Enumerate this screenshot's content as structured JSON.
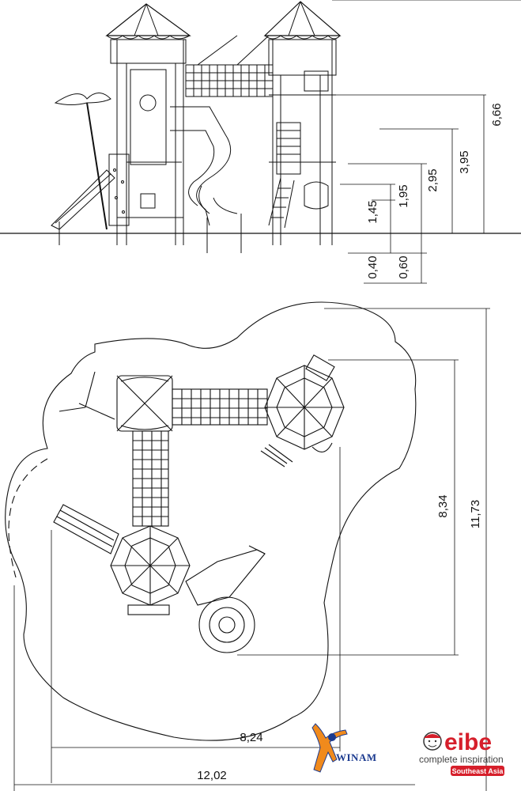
{
  "elevation": {
    "dims": {
      "h666": "6,66",
      "h395": "3,95",
      "h295": "2,95",
      "h195": "1,95",
      "h145": "1,45",
      "h040": "0,40",
      "h060": "0,60"
    }
  },
  "plan": {
    "dims": {
      "d834": "8,34",
      "d1173": "11,73",
      "d824": "8,24",
      "d1202": "12,02"
    }
  },
  "logos": {
    "winam": "WINAM",
    "eibe": "eibe",
    "eibe_tagline": "complete inspiration",
    "eibe_region": "Southeast Asia"
  },
  "colors": {
    "line": "#111111",
    "eibe_red": "#d61f2b",
    "winam_blue": "#1b3a8f",
    "winam_orange": "#f08a1c"
  }
}
